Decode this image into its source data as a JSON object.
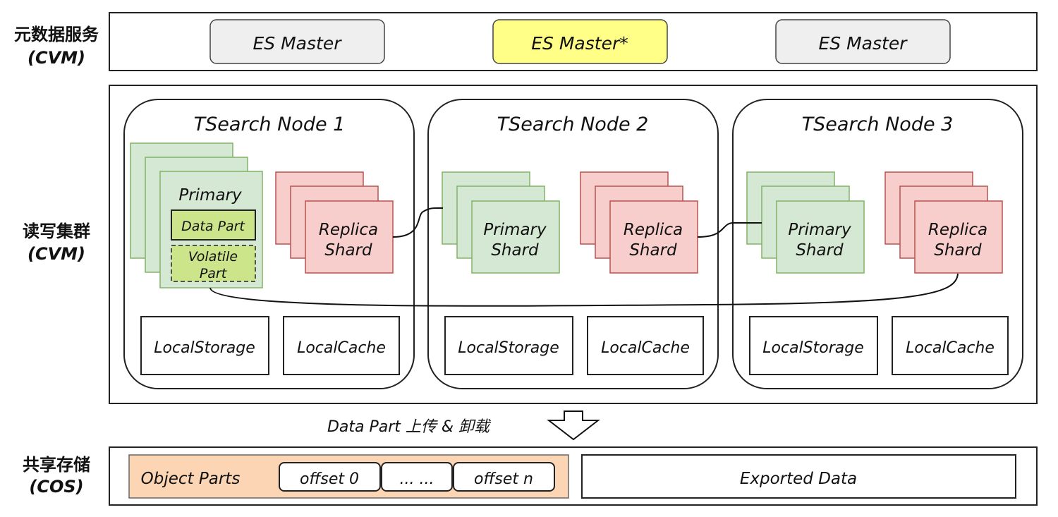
{
  "layers": {
    "metadata": {
      "title": "元数据服务",
      "sub": "(CVM)"
    },
    "cluster": {
      "title": "读写集群",
      "sub": "(CVM)"
    },
    "storage": {
      "title": "共享存储",
      "sub": "(COS)"
    }
  },
  "masters": [
    {
      "label": "ES Master",
      "color": "#efefef"
    },
    {
      "label": "ES Master*",
      "color": "#ffff88"
    },
    {
      "label": "ES Master",
      "color": "#efefef"
    }
  ],
  "nodes": [
    {
      "title": "TSearch Node 1",
      "primary": {
        "label": "Primary",
        "data_part": "Data Part",
        "volatile_1": "Volatile",
        "volatile_2": "Part"
      },
      "replica": {
        "line1": "Replica",
        "line2": "Shard"
      },
      "storage_label": "LocalStorage",
      "cache_label": "LocalCache"
    },
    {
      "title": "TSearch Node 2",
      "primary": {
        "line1": "Primary",
        "line2": "Shard"
      },
      "replica": {
        "line1": "Replica",
        "line2": "Shard"
      },
      "storage_label": "LocalStorage",
      "cache_label": "LocalCache"
    },
    {
      "title": "TSearch Node 3",
      "primary": {
        "line1": "Primary",
        "line2": "Shard"
      },
      "replica": {
        "line1": "Replica",
        "line2": "Shard"
      },
      "storage_label": "LocalStorage",
      "cache_label": "LocalCache"
    }
  ],
  "upload_label": "Data Part 上传 & 卸载",
  "object_parts": {
    "label": "Object Parts",
    "color": "#fcd5b4",
    "offsets": [
      "offset 0",
      "... ...",
      "offset n"
    ]
  },
  "exported_label": "Exported Data",
  "colors": {
    "primary_fill": "#d5e8d4",
    "primary_stroke": "#82b366",
    "replica_fill": "#f8cecc",
    "replica_stroke": "#b85450",
    "data_part_fill": "#cce58a"
  }
}
